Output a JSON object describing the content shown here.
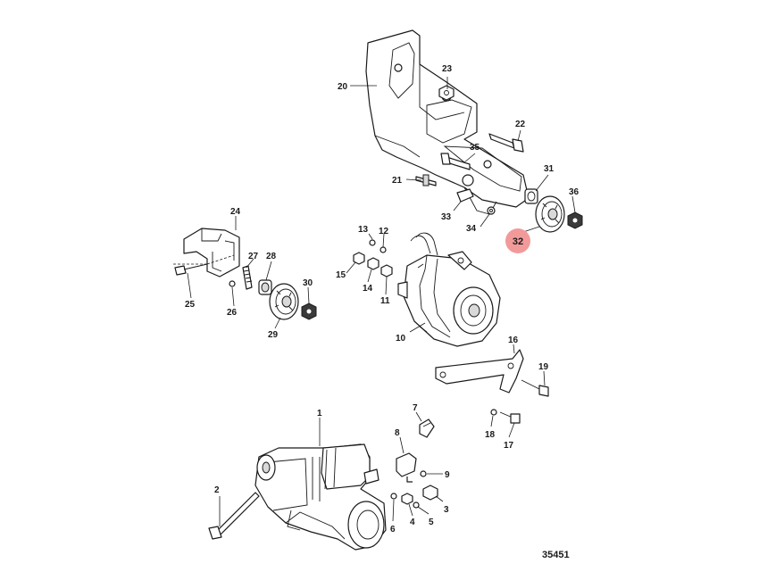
{
  "diagram": {
    "figure_number": "35451",
    "highlight_color": "#f29a9a",
    "highlighted_callout": "32",
    "callouts": {
      "c1": "1",
      "c2": "2",
      "c3": "3",
      "c4": "4",
      "c5": "5",
      "c6": "6",
      "c7": "7",
      "c8": "8",
      "c9": "9",
      "c10": "10",
      "c11": "11",
      "c12": "12",
      "c13": "13",
      "c14": "14",
      "c15": "15",
      "c16": "16",
      "c17": "17",
      "c18": "18",
      "c19": "19",
      "c20": "20",
      "c21": "21",
      "c22": "22",
      "c23": "23",
      "c24": "24",
      "c25": "25",
      "c26": "26",
      "c27": "27",
      "c28": "28",
      "c29": "29",
      "c30": "30",
      "c31": "31",
      "c32": "32",
      "c33": "33",
      "c34": "34",
      "c35": "35",
      "c36": "36"
    }
  }
}
